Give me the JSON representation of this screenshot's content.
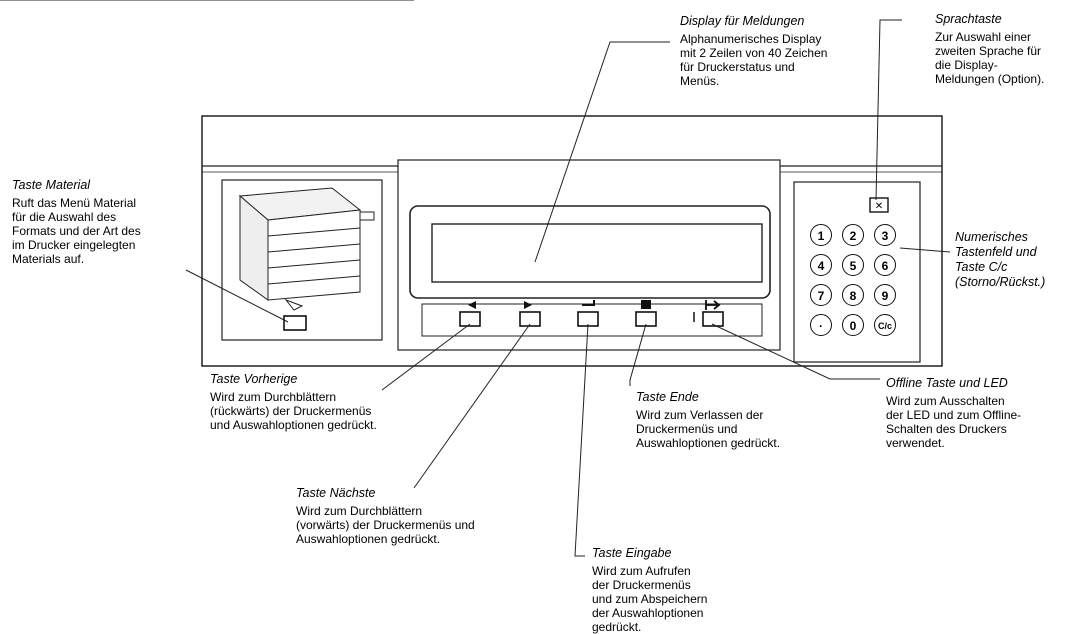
{
  "annotations": {
    "display": {
      "title": "Display für Meldungen",
      "desc": "Alphanumerisches Display\nmit 2 Zeilen von 40 Zeichen\nfür Druckerstatus und\nMenüs."
    },
    "language": {
      "title": "Sprachtaste",
      "desc": "Zur Auswahl einer\nzweiten Sprache für\ndie Display-\nMeldungen (Option)."
    },
    "material": {
      "title": "Taste Material",
      "desc": "Ruft das Menü Material\nfür die Auswahl des\nFormats und der Art des\nim Drucker eingelegten\nMaterials auf."
    },
    "keypad": {
      "title": "Numerisches\nTastenfeld und\nTaste C/c\n(Storno/Rückst.)"
    },
    "previous": {
      "title": "Taste Vorherige",
      "desc": "Wird zum Durchblättern\n(rückwärts) der Druckermenüs\nund Auswahloptionen gedrückt."
    },
    "end": {
      "title": "Taste Ende",
      "desc": "Wird zum Verlassen der\nDruckermenüs und\nAuswahloptionen gedrückt."
    },
    "offline": {
      "title": "Offline Taste und LED",
      "desc": "Wird zum Ausschalten\nder LED und zum Offline-\nSchalten des Druckers\nverwendet."
    },
    "next": {
      "title": "Taste Nächste",
      "desc": "Wird zum Durchblättern\n(vorwärts) der Druckermenüs und\nAuswahloptionen gedrückt."
    },
    "enter": {
      "title": "Taste Eingabe",
      "desc": "Wird zum Aufrufen\nder Druckermenüs\nund zum Abspeichern\nder Auswahloptionen\ngedrückt."
    }
  },
  "keypad_keys": [
    "1",
    "2",
    "3",
    "4",
    "5",
    "6",
    "7",
    "8",
    "9",
    "·",
    "0",
    "C/c"
  ]
}
